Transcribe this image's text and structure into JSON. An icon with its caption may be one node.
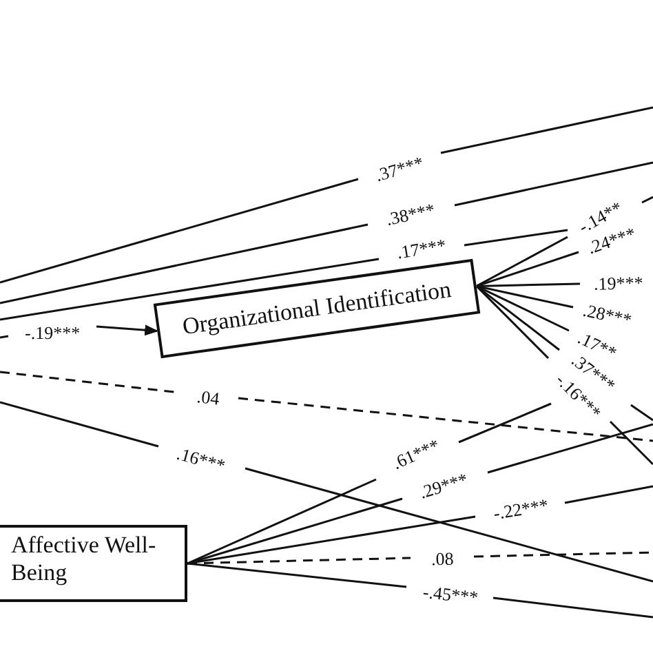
{
  "diagram": {
    "nodes": [
      {
        "text": [
          "Organizational Identification"
        ]
      },
      {
        "text": [
          "Affective Well- Being"
        ]
      }
    ],
    "edges": [
      {
        "from": null,
        "to": 0,
        "arrow": "to",
        "label": "-.19***"
      },
      {
        "from": 0,
        "to": null,
        "arrow": "none",
        "label": "-.14**"
      },
      {
        "from": 0,
        "to": null,
        "arrow": "none",
        "label": ".24***"
      },
      {
        "from": 0,
        "to": null,
        "arrow": "none",
        "label": ".19***"
      },
      {
        "from": 0,
        "to": null,
        "arrow": "none",
        "label": ".28***"
      },
      {
        "from": 0,
        "to": null,
        "arrow": "none",
        "label": ".17**"
      },
      {
        "from": 0,
        "to": null,
        "arrow": "none",
        "label": ".37***"
      },
      {
        "from": 0,
        "to": null,
        "arrow": "none",
        "label": "-.16***"
      },
      {
        "from": 1,
        "to": null,
        "arrow": "none",
        "label": ".61***"
      },
      {
        "from": 1,
        "to": null,
        "arrow": "none",
        "label": ".29***"
      },
      {
        "from": 1,
        "to": null,
        "arrow": "none",
        "label": "-.22***"
      },
      {
        "from": 1,
        "to": null,
        "arrow": "none",
        "label": ".08",
        "style": "dashed"
      },
      {
        "from": 1,
        "to": null,
        "arrow": "none",
        "label": "-.45***"
      }
    ],
    "labels": [
      ".37***",
      ".38***",
      ".17***",
      ".04",
      ".16***"
    ]
  }
}
